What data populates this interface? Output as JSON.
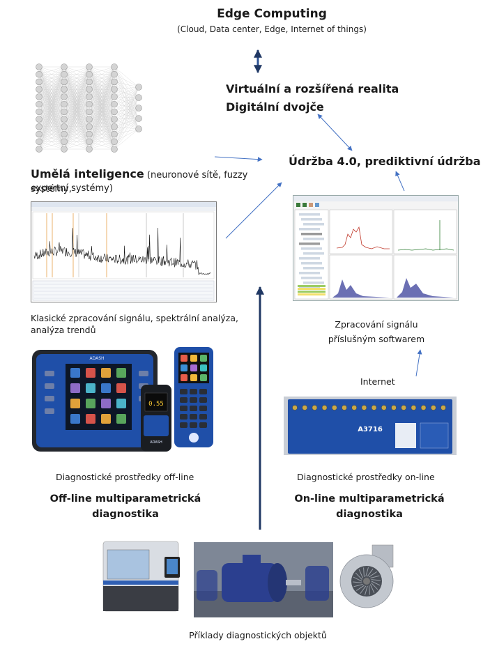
{
  "top": {
    "title": "Edge Computing",
    "subtitle": "(Cloud, Data center,  Edge, Internet of things)"
  },
  "vr": {
    "line1": "Virtuální a rozšířená realita",
    "line2": "Digitální dvojče"
  },
  "udrzba": "Údržba 4.0, prediktivní údržba",
  "ai": {
    "bold": "Umělá inteligence",
    "rest1": " (neuronové sítě, fuzzy systémy,",
    "rest2": "expertní systémy)"
  },
  "classic": {
    "line1": "Klasické zpracování signálu, spektrální analýza,",
    "line2": "analýza trendů"
  },
  "processing": {
    "line1": "Zpracování signálu",
    "line2": "příslušným softwarem"
  },
  "internet": "Internet",
  "offline_devices": "Diagnostické prostředky off-line",
  "online_devices": "Diagnostické prostředky on-line",
  "offline_diag": {
    "line1": "Off-line multiparametrická",
    "line2": "diagnostika"
  },
  "online_diag": {
    "line1": "On-line multiparametrická",
    "line2": "diagnostika"
  },
  "objects": "Příklady diagnostických objektů",
  "device_labels": {
    "offline_brand": "ADASH",
    "offline_brand2": "ADASH",
    "online_model": "A3716"
  },
  "colors": {
    "arrow": "#4472c4",
    "dark_arrow": "#203864",
    "device_blue": "#1f4fa8"
  }
}
